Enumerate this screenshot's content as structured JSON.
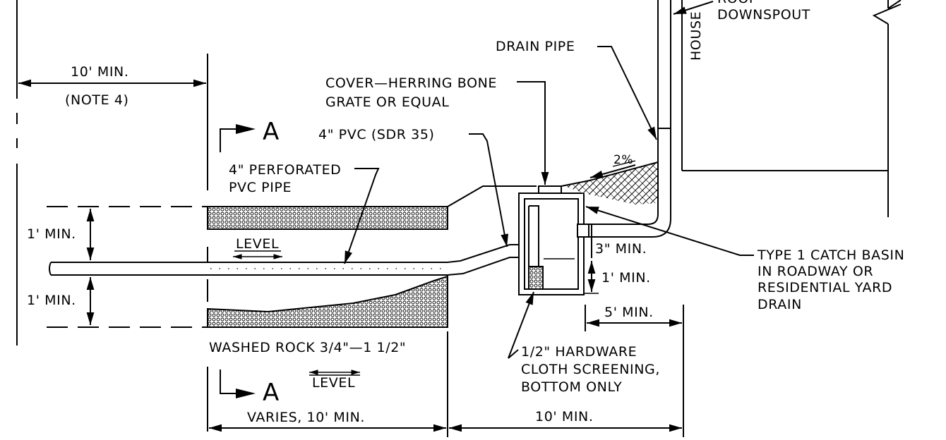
{
  "labels": {
    "roof_downspout_line1": "ROOF",
    "roof_downspout_line2": "DOWNSPOUT",
    "house": "HOUSE",
    "drain_pipe": "DRAIN PIPE",
    "ten_min_left": "10' MIN.",
    "note_4": "(NOTE 4)",
    "cover_line1": "COVER—HERRING BONE",
    "cover_line2": "GRATE OR EQUAL",
    "section_a_top": "A",
    "section_a_bottom": "A",
    "pvc_sdr": "4\" PVC (SDR 35)",
    "perforated_line1": "4\" PERFORATED",
    "perforated_line2": "PVC PIPE",
    "slope_pct": "2%",
    "one_min_upper": "1' MIN.",
    "one_min_lower": "1' MIN.",
    "level_upper": "LEVEL",
    "level_lower": "LEVEL",
    "three_in_min": "3\" MIN.",
    "one_min_basin": "1' MIN.",
    "catch_basin_line1": "TYPE 1 CATCH BASIN",
    "catch_basin_line2": "IN ROADWAY OR",
    "catch_basin_line3": "RESIDENTIAL YARD",
    "catch_basin_line4": "DRAIN",
    "five_min": "5' MIN.",
    "washed_rock": "WASHED ROCK 3/4\"—1 1/2\"",
    "hardware_line1": "1/2\" HARDWARE",
    "hardware_line2": "CLOTH SCREENING,",
    "hardware_line3": "BOTTOM ONLY",
    "varies": "VARIES, 10' MIN.",
    "ten_min_bottom": "10' MIN."
  }
}
